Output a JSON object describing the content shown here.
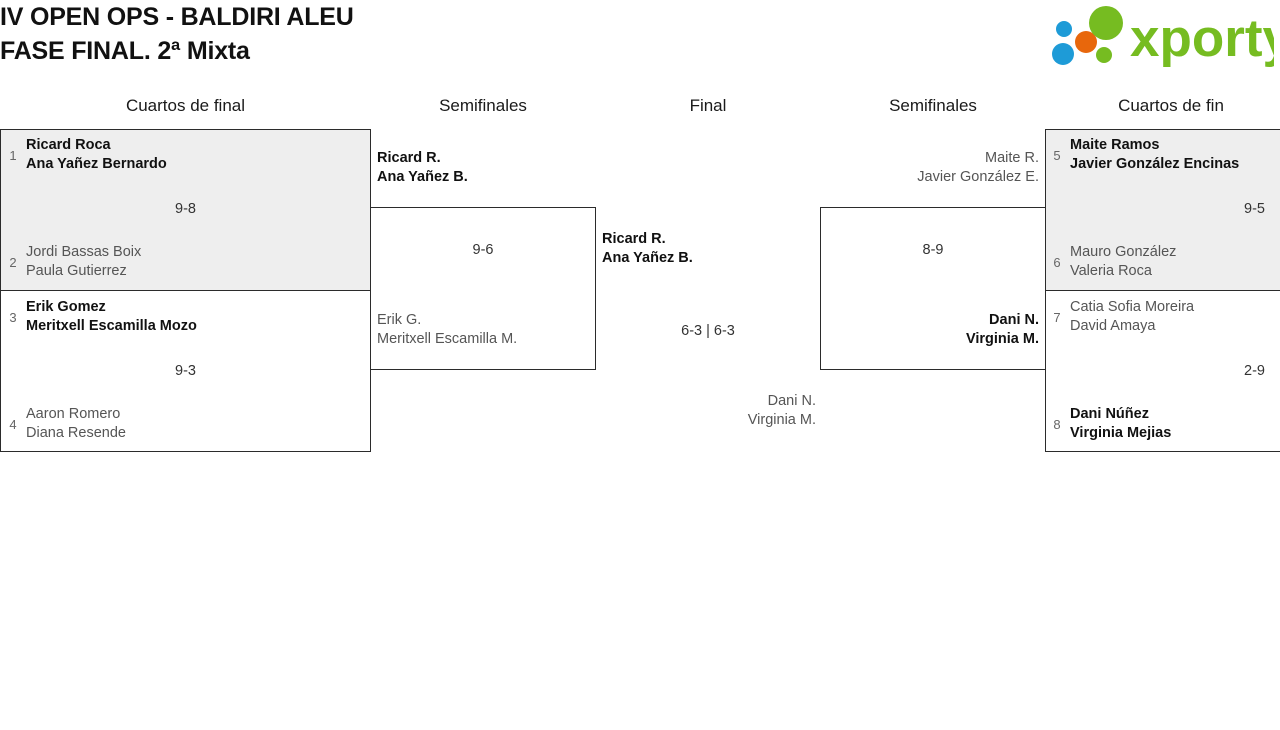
{
  "header": {
    "title_line1": "IV OPEN OPS - BALDIRI ALEU",
    "title_line2": "FASE FINAL. 2ª Mixta",
    "logo_text": "xporty",
    "logo_colors": {
      "green": "#76bc21",
      "orange": "#e8670c",
      "blue": "#1e9bd7"
    }
  },
  "rounds": [
    {
      "label": "Cuartos de final"
    },
    {
      "label": "Semifinales"
    },
    {
      "label": "Final"
    },
    {
      "label": "Semifinales"
    },
    {
      "label": "Cuartos de fin"
    }
  ],
  "bracket": {
    "quarterfinals_left": [
      {
        "score": "9-8",
        "top": {
          "seed": "1",
          "player1": "Ricard Roca",
          "player2": "Ana Yañez Bernardo",
          "result": "winner"
        },
        "bottom": {
          "seed": "2",
          "player1": "Jordi Bassas Boix",
          "player2": "Paula Gutierrez",
          "result": "loser"
        }
      },
      {
        "score": "9-3",
        "top": {
          "seed": "3",
          "player1": "Erik Gomez",
          "player2": "Meritxell Escamilla Mozo",
          "result": "winner"
        },
        "bottom": {
          "seed": "4",
          "player1": "Aaron Romero",
          "player2": "Diana Resende",
          "result": "loser"
        }
      }
    ],
    "semifinal_left": {
      "score": "9-6",
      "top": {
        "player1": "Ricard R.",
        "player2": "Ana Yañez B.",
        "result": "winner"
      },
      "bottom": {
        "player1": "Erik G.",
        "player2": "Meritxell Escamilla M.",
        "result": "loser"
      }
    },
    "final": {
      "score": "6-3 | 6-3",
      "top": {
        "player1": "Ricard R.",
        "player2": "Ana Yañez B.",
        "result": "winner"
      },
      "bottom": {
        "player1": "Dani N.",
        "player2": "Virginia M.",
        "result": "loser"
      }
    },
    "semifinal_right": {
      "score": "8-9",
      "top": {
        "player1": "Maite R.",
        "player2": "Javier González E.",
        "result": "loser"
      },
      "bottom": {
        "player1": "Dani N.",
        "player2": "Virginia M.",
        "result": "winner"
      }
    },
    "quarterfinals_right": [
      {
        "score": "9-5",
        "top": {
          "seed": "5",
          "player1": "Maite Ramos",
          "player2": "Javier González Encinas",
          "result": "winner"
        },
        "bottom": {
          "seed": "6",
          "player1": "Mauro González",
          "player2": "Valeria Roca",
          "result": "loser"
        }
      },
      {
        "score": "2-9",
        "top": {
          "seed": "7",
          "player1": "Catia Sofia Moreira",
          "player2": "David Amaya",
          "result": "loser"
        },
        "bottom": {
          "seed": "8",
          "player1": "Dani Núñez",
          "player2": "Virginia Mejias",
          "result": "winner"
        }
      }
    ]
  }
}
